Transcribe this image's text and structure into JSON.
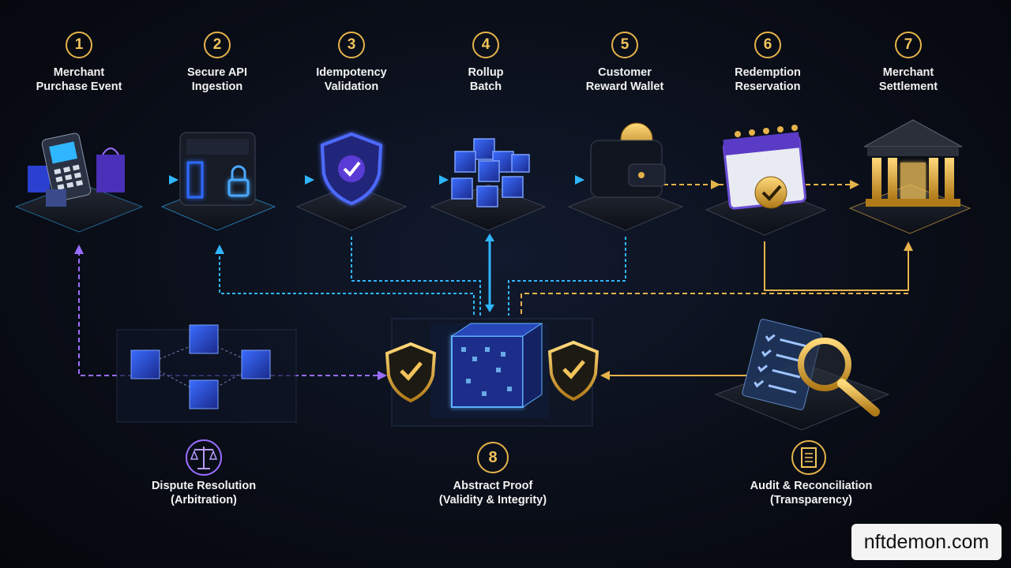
{
  "steps": [
    {
      "number": "1",
      "label": "Merchant\nPurchase Event"
    },
    {
      "number": "2",
      "label": "Secure API\nIngestion"
    },
    {
      "number": "3",
      "label": "Idempotency\nValidation"
    },
    {
      "number": "4",
      "label": "Rollup\nBatch"
    },
    {
      "number": "5",
      "label": "Customer\nReward Wallet"
    },
    {
      "number": "6",
      "label": "Redemption\nReservation"
    },
    {
      "number": "7",
      "label": "Merchant\nSettlement"
    }
  ],
  "proof": {
    "number": "8",
    "label": "Abstract Proof\n(Validity & Integrity)"
  },
  "dispute": {
    "label": "Dispute Resolution\n(Arbitration)"
  },
  "audit": {
    "label": "Audit & Reconciliation\n(Transparency)"
  },
  "watermark": "nftdemon.com",
  "colors": {
    "accent_blue": "#2fb6ff",
    "accent_gold": "#e6b34a",
    "accent_purple": "#9a6cff",
    "background": "#07090f"
  },
  "icons": [
    "pos-terminal-icon",
    "server-lock-icon",
    "shield-check-icon",
    "cube-cluster-icon",
    "wallet-coin-icon",
    "calendar-check-icon",
    "bank-icon",
    "blockchain-network-icon",
    "proof-cube-icon",
    "magnifier-checklist-icon",
    "scales-icon",
    "document-icon"
  ]
}
